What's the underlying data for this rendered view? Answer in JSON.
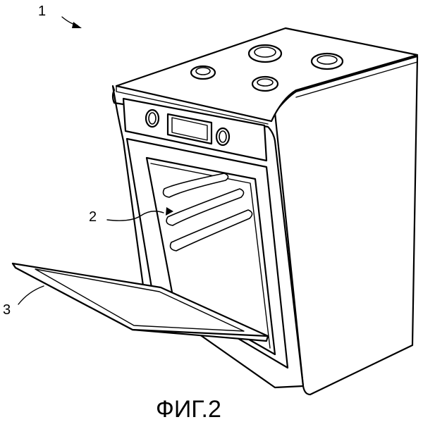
{
  "figure": {
    "caption": "ФИГ.2",
    "labels": {
      "oven": "1",
      "cavity": "2",
      "door": "3"
    }
  }
}
